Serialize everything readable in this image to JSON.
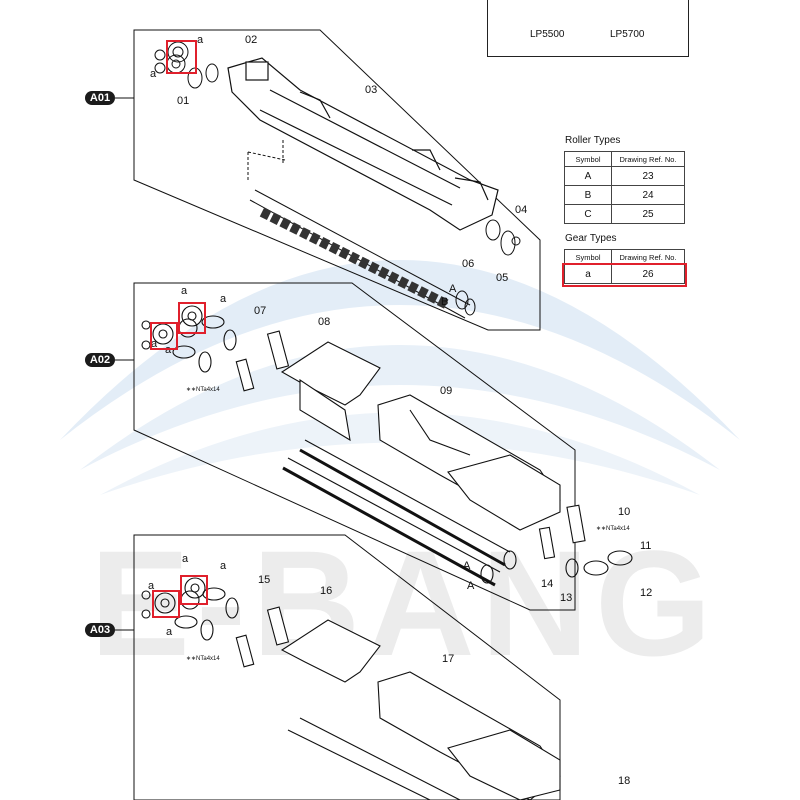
{
  "models": [
    "LP5500",
    "LP5700"
  ],
  "sections": [
    "A01",
    "A02",
    "A03"
  ],
  "part_refs": {
    "a01": [
      "01",
      "02",
      "03",
      "04",
      "05",
      "06"
    ],
    "a02": [
      "07",
      "08",
      "09",
      "10",
      "11",
      "12",
      "13",
      "14"
    ],
    "a03": [
      "15",
      "16",
      "17",
      "18"
    ]
  },
  "gear_letter": "a",
  "roller_letters": [
    "A",
    "B"
  ],
  "screw_note": "∗∗NTa4x14",
  "roller_types": {
    "title": "Roller Types",
    "headers": [
      "Symbol",
      "Drawing Ref. No."
    ],
    "rows": [
      [
        "A",
        "23"
      ],
      [
        "B",
        "24"
      ],
      [
        "C",
        "25"
      ]
    ]
  },
  "gear_types": {
    "title": "Gear Types",
    "headers": [
      "Symbol",
      "Drawing Ref. No."
    ],
    "rows": [
      [
        "a",
        "26"
      ]
    ]
  },
  "watermark_text": "E-BANG",
  "highlight_color": "#e0202c"
}
